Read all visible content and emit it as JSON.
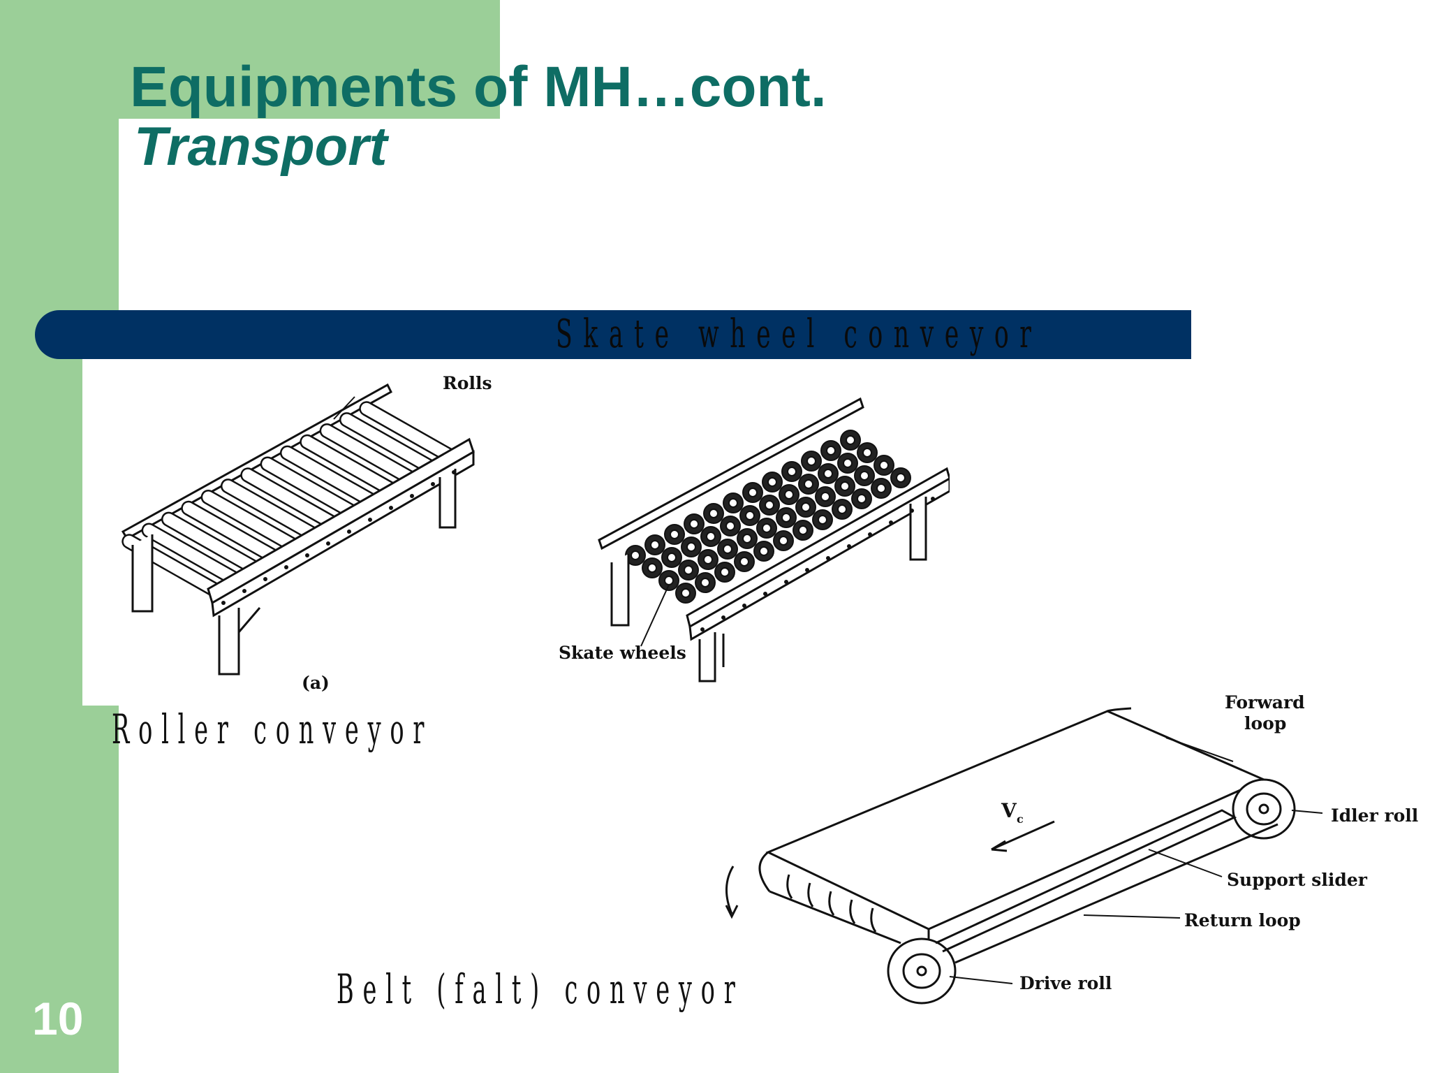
{
  "slide": {
    "title": "Equipments of MH…cont.",
    "subtitle": "Transport",
    "page_number": "10"
  },
  "captions": {
    "skate_wheel": "Skate wheel conveyor",
    "roller": "Roller conveyor",
    "belt": "Belt (falt) conveyor"
  },
  "figures": {
    "roller": {
      "labels": {
        "rolls": "Rolls",
        "panel_tag": "(a)"
      }
    },
    "skate": {
      "labels": {
        "skate_wheels": "Skate wheels"
      }
    },
    "belt": {
      "labels": {
        "forward_loop_1": "Forward",
        "forward_loop_2": "loop",
        "velocity": "V",
        "velocity_sub": "c",
        "idler_roll": "Idler roll",
        "support_slider": "Support slider",
        "return_loop": "Return loop",
        "drive_roll": "Drive roll"
      }
    }
  },
  "colors": {
    "sidebar_green": "#9bcf98",
    "title_teal": "#0e6d64",
    "band_navy": "#003163"
  }
}
